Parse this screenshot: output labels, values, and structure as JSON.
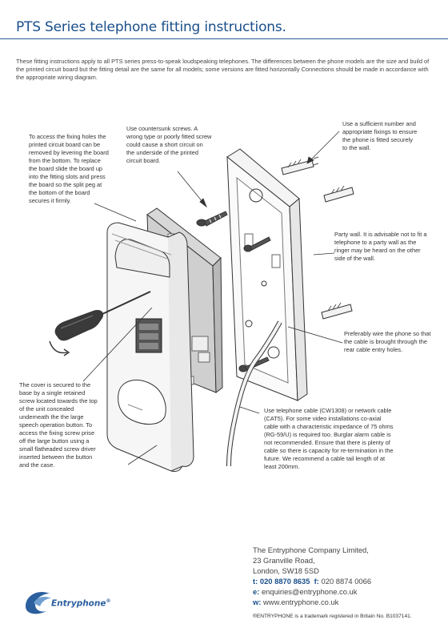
{
  "header": {
    "title": "PTS Series telephone fitting instructions."
  },
  "intro": "These fitting instructions apply to all PTS series press-to-speak loudspeaking telephones. The differences between the phone models are the size and build of the printed circuit board but the fitting detail are the same for all models; some versions are fitted horizontally Connections should be made in accordance with the appropriate wiring diagram.",
  "notes": {
    "fixing_holes": "To access the fixing holes the printed circuit board can be removed by levering the board from the bottom. To replace the board slide the board up into the fitting slots and press the board so the split peg at the bottom of the board secures it firmly.",
    "countersunk": "Use countersunk screws. A wrong type or poorly fitted screw could cause a short circuit on the underside of the printed circuit board.",
    "fixings": "Use a sufficient number and appropriate fixings to ensure the phone is fitted securely to the wall.",
    "party_wall": "Party wall. It is advisable not to fit a telephone to a party wall as the ringer may be heard on the other side of the wall.",
    "cable_entry": "Preferably wire the phone so that the cable is brought through the rear cable entry holes.",
    "cover": "The cover is secured to the base by a single retained screw located towards the top of the unit concealed underneath the the large speech operation button. To access the fixing screw prise off the large button using a small flatheaded screw driver inserted between the button and the case.",
    "cable_type": "Use telephone cable (CW1308) or network cable (CAT5). For some video installations co-axial cable with a characteristic impedance of 75 ohms (RG-59/U) is required too. Burglar alarm cable is not recommended. Ensure that there is plenty of cable so there is capacity for re-termination in the future. We recommend a cable tail length of at least 200mm."
  },
  "company": {
    "name": "The Entryphone Company Limited,",
    "street": "23 Granville Road,",
    "city": "London,  SW18 5SD",
    "tel_label": "t:",
    "tel": "020 8870 8635",
    "fax_label": "f:",
    "fax": "020 8874 0066",
    "email_label": "e:",
    "email": "enquiries@entryphone.co.uk",
    "web_label": "w:",
    "web": "www.entryphone.co.uk"
  },
  "trademark": "®ENTRYPHONE is a trademark registered in Britain No. B1037141.",
  "logo": {
    "text": "Entryphone",
    "mark": "®",
    "color": "#2b5f9e"
  },
  "colors": {
    "title": "#1a4f8a",
    "rule": "#2a5d96"
  }
}
